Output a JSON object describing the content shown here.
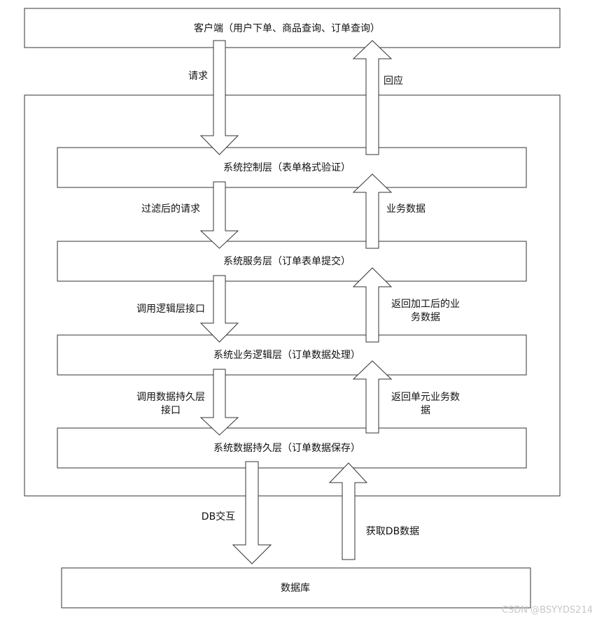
{
  "client": "客户端（用户下单、商品查询、订单查询）",
  "layers": {
    "control": "系统控制层（表单格式验证）",
    "service": "系统服务层（订单表单提交）",
    "logic": "系统业务逻辑层（订单数据处理）",
    "persistence": "系统数据持久层（订单数据保存）"
  },
  "database": "数据库",
  "flows": {
    "request": "请求",
    "response": "回应",
    "filtered_request": "过滤后的请求",
    "business_data": "业务数据",
    "call_logic_1": "调用逻辑层接口",
    "return_processed_1": "返回加工后的业",
    "return_processed_2": "务数据",
    "call_persist_1": "调用数据持久层",
    "call_persist_2": "接口",
    "return_unit_1": "返回单元业务数",
    "return_unit_2": "据",
    "db_interact": "DB交互",
    "get_db_data": "获取DB数据"
  },
  "watermark": "CSDN @BSYYDS214"
}
